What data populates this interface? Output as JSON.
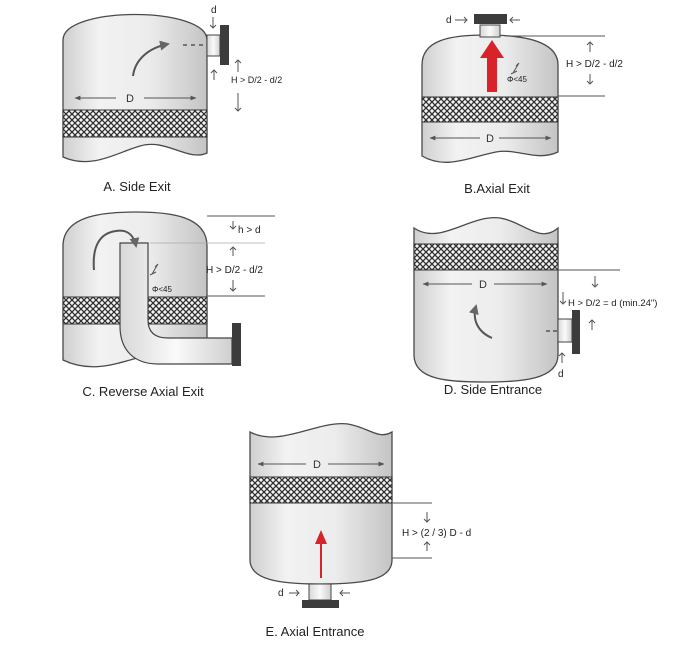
{
  "panels": {
    "a": {
      "caption": "A. Side Exit",
      "diameter": "D",
      "nozzle": "d",
      "height": "H > D/2 - d/2"
    },
    "b": {
      "caption": "B.Axial Exit",
      "diameter": "D",
      "nozzle": "d",
      "height": "H > D/2 - d/2",
      "angle": "Φ<45"
    },
    "c": {
      "caption": "C. Reverse Axial Exit",
      "clearance": "h > d",
      "height": "H > D/2 - d/2",
      "angle": "Φ<45"
    },
    "d": {
      "caption": "D. Side Entrance",
      "diameter": "D",
      "nozzle": "d",
      "height": "H > D/2 = d (min.24\")"
    },
    "e": {
      "caption": "E. Axial Entrance",
      "diameter": "D",
      "nozzle": "d",
      "height": "H > (2 / 3) D - d"
    }
  },
  "colors": {
    "vessel_fill": "#e6e6e6",
    "vessel_stroke": "#4a4a4a",
    "flow_arrow": "#d8232a",
    "mesh": "#3a3a3a"
  }
}
